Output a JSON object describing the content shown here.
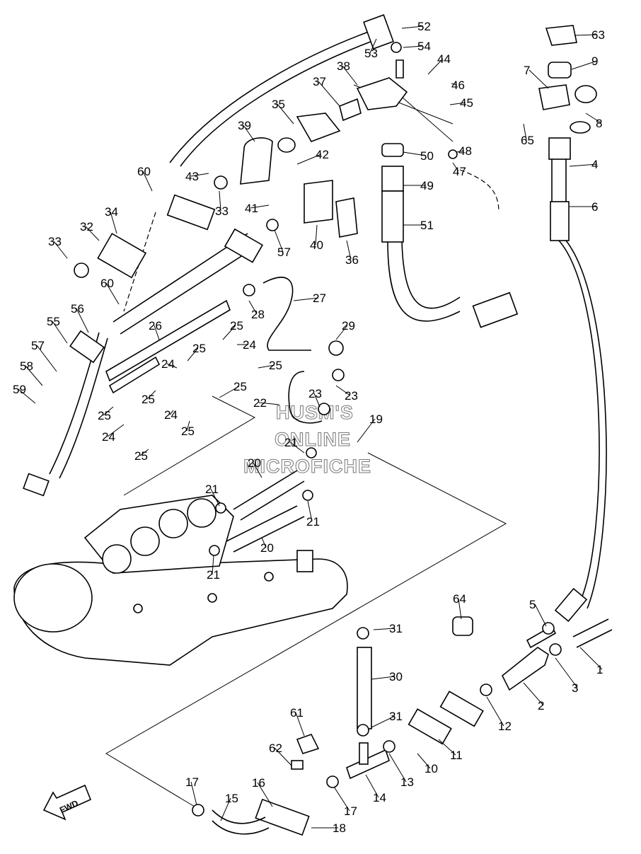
{
  "watermark": {
    "line1": "HUSM'S",
    "line2": "ONLINE",
    "line3": "MICROFICHE"
  },
  "fwd_label": "FWD",
  "callouts": [
    {
      "n": "1"
    },
    {
      "n": "2"
    },
    {
      "n": "3"
    },
    {
      "n": "4"
    },
    {
      "n": "5"
    },
    {
      "n": "6"
    },
    {
      "n": "7"
    },
    {
      "n": "8"
    },
    {
      "n": "9"
    },
    {
      "n": "10"
    },
    {
      "n": "11"
    },
    {
      "n": "12"
    },
    {
      "n": "13"
    },
    {
      "n": "14"
    },
    {
      "n": "15"
    },
    {
      "n": "16"
    },
    {
      "n": "17"
    },
    {
      "n": "17"
    },
    {
      "n": "18"
    },
    {
      "n": "19"
    },
    {
      "n": "20"
    },
    {
      "n": "20"
    },
    {
      "n": "21"
    },
    {
      "n": "21"
    },
    {
      "n": "21"
    },
    {
      "n": "21"
    },
    {
      "n": "22"
    },
    {
      "n": "23"
    },
    {
      "n": "23"
    },
    {
      "n": "24"
    },
    {
      "n": "24"
    },
    {
      "n": "24"
    },
    {
      "n": "24"
    },
    {
      "n": "25"
    },
    {
      "n": "25"
    },
    {
      "n": "25"
    },
    {
      "n": "25"
    },
    {
      "n": "25"
    },
    {
      "n": "25"
    },
    {
      "n": "25"
    },
    {
      "n": "25"
    },
    {
      "n": "26"
    },
    {
      "n": "27"
    },
    {
      "n": "28"
    },
    {
      "n": "29"
    },
    {
      "n": "30"
    },
    {
      "n": "31"
    },
    {
      "n": "31"
    },
    {
      "n": "32"
    },
    {
      "n": "33"
    },
    {
      "n": "33"
    },
    {
      "n": "34"
    },
    {
      "n": "35"
    },
    {
      "n": "36"
    },
    {
      "n": "37"
    },
    {
      "n": "38"
    },
    {
      "n": "39"
    },
    {
      "n": "40"
    },
    {
      "n": "41"
    },
    {
      "n": "42"
    },
    {
      "n": "43"
    },
    {
      "n": "44"
    },
    {
      "n": "45"
    },
    {
      "n": "46"
    },
    {
      "n": "47"
    },
    {
      "n": "48"
    },
    {
      "n": "49"
    },
    {
      "n": "50"
    },
    {
      "n": "51"
    },
    {
      "n": "52"
    },
    {
      "n": "53"
    },
    {
      "n": "54"
    },
    {
      "n": "55"
    },
    {
      "n": "56"
    },
    {
      "n": "57"
    },
    {
      "n": "57"
    },
    {
      "n": "58"
    },
    {
      "n": "59"
    },
    {
      "n": "60"
    },
    {
      "n": "60"
    },
    {
      "n": "61"
    },
    {
      "n": "62"
    },
    {
      "n": "63"
    },
    {
      "n": "64"
    },
    {
      "n": "65"
    }
  ]
}
